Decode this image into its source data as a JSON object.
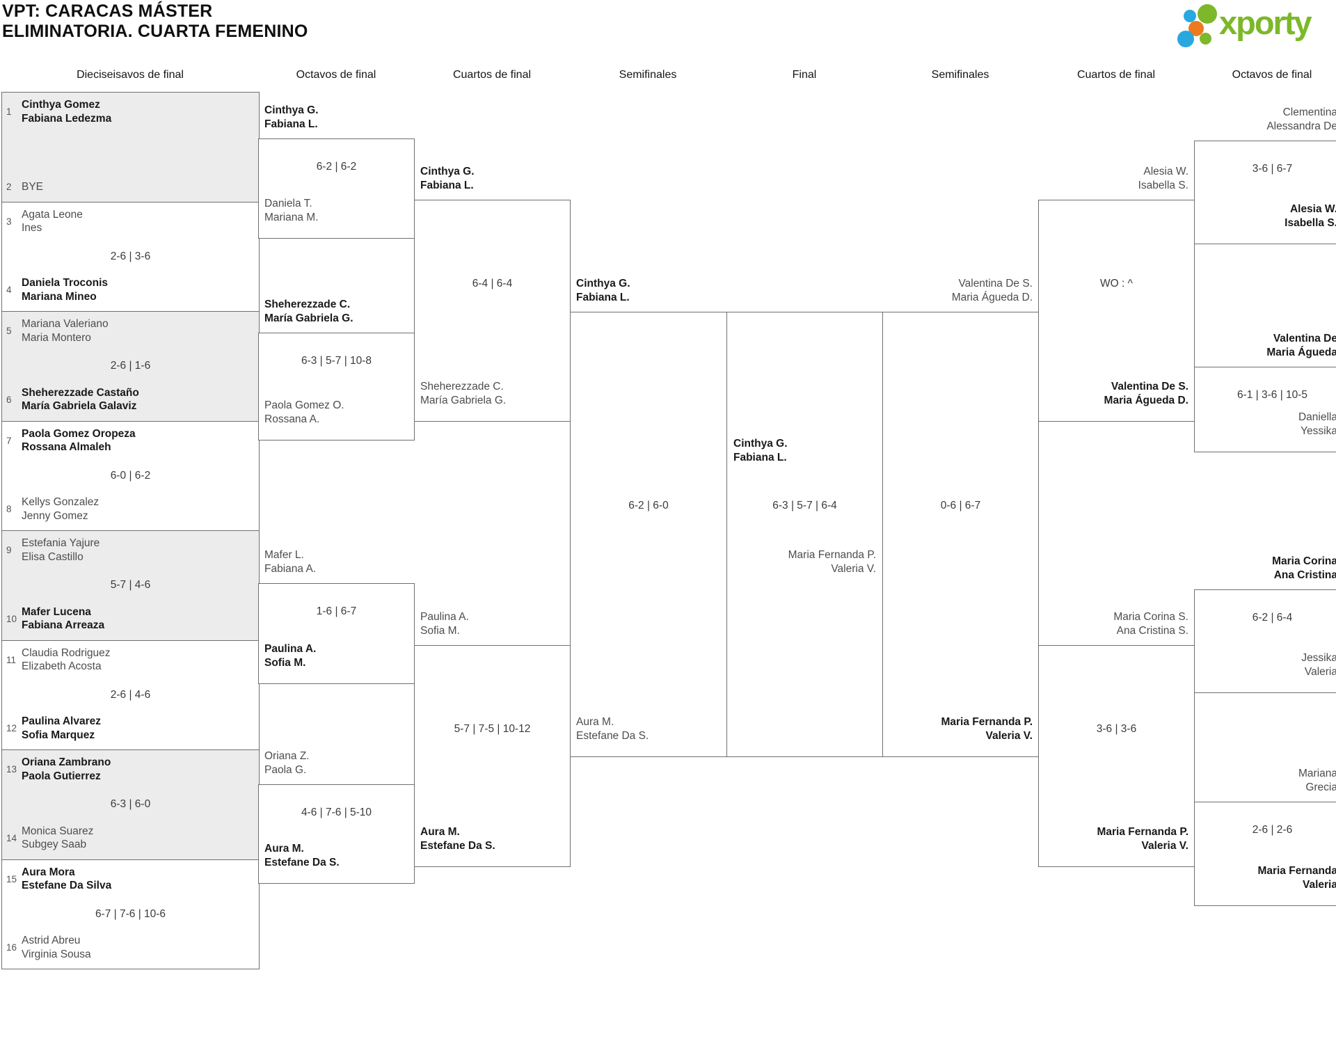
{
  "title": {
    "line1": "VPT: CARACAS MÁSTER",
    "line2": "ELIMINATORIA. CUARTA FEMENINO"
  },
  "logo": {
    "brand": "xporty",
    "brand_color": "#7cb829",
    "dot_blue": "#29a8e0",
    "dot_orange": "#ec7a1f",
    "dot_green": "#7cb829"
  },
  "round_headers": [
    "Dieciseisavos de final",
    "Octavos de final",
    "Cuartos de final",
    "Semifinales",
    "Final",
    "Semifinales",
    "Cuartos de final",
    "Octavos de final"
  ],
  "colors": {
    "box_border": "#6f6f6f",
    "shaded_box": "#ececec",
    "winner_text": "#191919",
    "loser_text": "#4d4d4d",
    "score_text": "#3a3a3a"
  },
  "dieciseisavos": [
    {
      "seed_top": "1",
      "team_top": "Cinthya Gomez\nFabiana Ledezma",
      "top_winner": true,
      "score": "",
      "seed_bottom": "2",
      "team_bottom": "BYE",
      "bottom_winner": false
    },
    {
      "seed_top": "3",
      "team_top": "Agata Leone\nInes",
      "top_winner": false,
      "score": "2-6 | 3-6",
      "seed_bottom": "4",
      "team_bottom": "Daniela Troconis\nMariana Mineo",
      "bottom_winner": true
    },
    {
      "seed_top": "5",
      "team_top": "Mariana Valeriano\nMaria Montero",
      "top_winner": false,
      "score": "2-6 | 1-6",
      "seed_bottom": "6",
      "team_bottom": "Sheherezzade Castaño\nMaría Gabriela Galaviz",
      "bottom_winner": true
    },
    {
      "seed_top": "7",
      "team_top": "Paola Gomez Oropeza\nRossana Almaleh",
      "top_winner": true,
      "score": "6-0 | 6-2",
      "seed_bottom": "8",
      "team_bottom": "Kellys Gonzalez\nJenny Gomez",
      "bottom_winner": false
    },
    {
      "seed_top": "9",
      "team_top": "Estefania Yajure\nElisa Castillo",
      "top_winner": false,
      "score": "5-7 | 4-6",
      "seed_bottom": "10",
      "team_bottom": "Mafer Lucena\nFabiana Arreaza",
      "bottom_winner": true
    },
    {
      "seed_top": "11",
      "team_top": "Claudia Rodriguez\nElizabeth Acosta",
      "top_winner": false,
      "score": "2-6 | 4-6",
      "seed_bottom": "12",
      "team_bottom": "Paulina Alvarez\nSofia Marquez",
      "bottom_winner": true
    },
    {
      "seed_top": "13",
      "team_top": "Oriana Zambrano\nPaola Gutierrez",
      "top_winner": true,
      "score": "6-3 | 6-0",
      "seed_bottom": "14",
      "team_bottom": "Monica Suarez\nSubgey Saab",
      "bottom_winner": false
    },
    {
      "seed_top": "15",
      "team_top": "Aura Mora\nEstefane Da Silva",
      "top_winner": true,
      "score": "6-7 | 7-6 | 10-6",
      "seed_bottom": "16",
      "team_bottom": "Astrid Abreu\nVirginia Sousa",
      "bottom_winner": false
    }
  ],
  "octavos_left": [
    {
      "team_top": "Cinthya G.\nFabiana L.",
      "top_winner": true,
      "score": "6-2 | 6-2",
      "team_bottom": "Daniela T.\nMariana M.",
      "bottom_winner": false
    },
    {
      "team_top": "Sheherezzade C.\nMaría Gabriela G.",
      "top_winner": true,
      "score": "6-3 | 5-7 | 10-8",
      "team_bottom": "Paola Gomez O.\nRossana A.",
      "bottom_winner": false
    },
    {
      "team_top": "Mafer L.\nFabiana A.",
      "top_winner": false,
      "score": "1-6 | 6-7",
      "team_bottom": "Paulina A.\nSofia M.",
      "bottom_winner": true
    },
    {
      "team_top": "Oriana Z.\nPaola G.",
      "top_winner": false,
      "score": "4-6 | 7-6 | 5-10",
      "team_bottom": "Aura M.\nEstefane Da S.",
      "bottom_winner": true
    }
  ],
  "cuartos_left": [
    {
      "team_top": "Cinthya G.\nFabiana L.",
      "top_winner": true,
      "score": "6-4 | 6-4",
      "team_bottom": "Sheherezzade C.\nMaría Gabriela G.",
      "bottom_winner": false
    },
    {
      "team_top": "Paulina A.\nSofia M.",
      "top_winner": false,
      "score": "5-7 | 7-5 | 10-12",
      "team_bottom": "Aura M.\nEstefane Da S.",
      "bottom_winner": true
    }
  ],
  "semifinal_left": {
    "team_top": "Cinthya G.\nFabiana L.",
    "top_winner": true,
    "score": "6-2 | 6-0",
    "team_bottom": "Aura M.\nEstefane Da S.",
    "bottom_winner": false
  },
  "final": {
    "team_left": "Cinthya G.\nFabiana L.",
    "left_winner": true,
    "score": "6-3 | 5-7 | 6-4",
    "team_right": "Maria Fernanda P.\nValeria V.",
    "right_winner": false
  },
  "semifinal_right": {
    "team_top": "Valentina De S.\nMaria Águeda D.",
    "top_winner": false,
    "score": "0-6 | 6-7",
    "team_bottom": "Maria Fernanda P.\nValeria V.",
    "bottom_winner": true
  },
  "cuartos_right": [
    {
      "team_top": "Alesia W.\nIsabella S.",
      "top_winner": false,
      "score": "WO : ^",
      "team_bottom": "Valentina De S.\nMaria Águeda D.",
      "bottom_winner": true
    },
    {
      "team_top": "Maria Corina S.\nAna Cristina S.",
      "top_winner": false,
      "score": "3-6 | 3-6",
      "team_bottom": "Maria Fernanda P.\nValeria V.",
      "bottom_winner": true
    }
  ],
  "octavos_right": [
    {
      "team_top": "Clementina\nAlessandra De",
      "top_winner": false,
      "score": "3-6 | 6-7",
      "team_bottom": "Alesia W.\nIsabella S.",
      "bottom_winner": true
    },
    {
      "team_top": "Valentina De\nMaria Águeda",
      "top_winner": true,
      "score": "6-1 | 3-6 | 10-5",
      "team_bottom": "Daniella\nYessika",
      "bottom_winner": false
    },
    {
      "team_top": "Maria Corina\nAna Cristina",
      "top_winner": true,
      "score": "6-2 | 6-4",
      "team_bottom": "Jessika\nValeria",
      "bottom_winner": false
    },
    {
      "team_top": "Mariana\nGrecia",
      "top_winner": false,
      "score": "2-6 | 2-6",
      "team_bottom": "Maria Fernanda\nValeria",
      "bottom_winner": true
    }
  ]
}
